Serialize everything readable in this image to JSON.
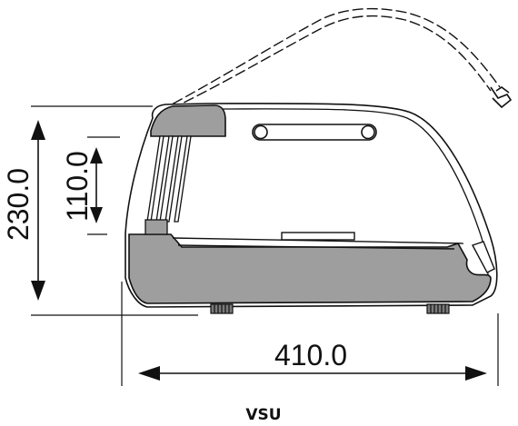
{
  "diagram": {
    "caption": "VSU",
    "dimensions": {
      "height_total": "230.0",
      "height_inner": "110.0",
      "width_total": "410.0"
    },
    "colors": {
      "line": "#111111",
      "fill": "#9e9e9e",
      "background": "#ffffff"
    }
  }
}
